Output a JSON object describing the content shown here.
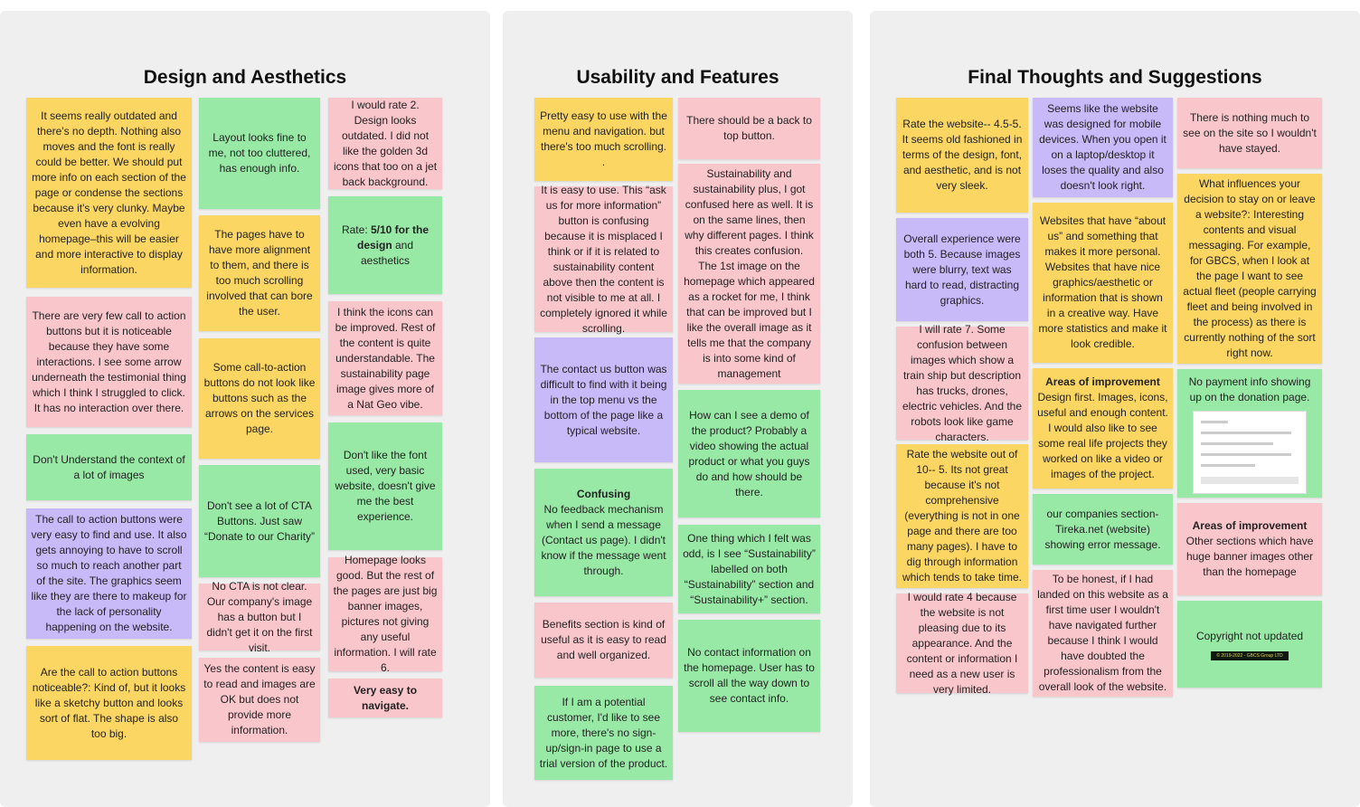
{
  "sections": {
    "design": {
      "title": "Design and Aesthetics",
      "notes": {
        "n1": "It seems really outdated and there's no depth. Nothing also moves and the font is really could be better. We should put more info on each section of the page or condense the sections because it's very clunky. Maybe even have a evolving homepage–this will be easier and more interactive to display information.",
        "n2": "There are very few call to action buttons but it is noticeable because they have some interactions. I see some arrow underneath the testimonial thing which I think I struggled to click. It has no interaction over there.",
        "n3": "Don't Understand the context of a lot of images",
        "n4": "The call to action buttons were very easy to find and use. It also gets annoying to have to scroll so much to reach another part of the site. The graphics seem like they are there to makeup for the lack of personality happening on the website.",
        "n5": "Are the call to action buttons noticeable?: Kind of, but it looks like a sketchy button and looks sort of flat. The shape is also too big.",
        "n6": "Layout looks fine to me, not too cluttered, has enough info.",
        "n7": "The pages have to have more alignment to them, and there is too much scrolling involved that can bore the user.",
        "n8": "Some call-to-action buttons do not look like buttons such as the arrows on the services page.",
        "n9": "Don't see a lot of CTA Buttons. Just saw “Donate to our Charity”",
        "n10": "No CTA is not clear. Our company's image has a button but I didn't get it on the first visit.",
        "n11": "Yes the content is easy to read and images are OK but does not provide more information.",
        "n12": "I would rate 2. Design looks outdated. I did not like the golden 3d icons that too on a jet back background.",
        "n13_prefix": "Rate: ",
        "n13_bold": "5/10 for the design",
        "n13_suffix": " and aesthetics",
        "n14": "I think the icons can be improved. Rest of the content is quite understandable. The sustainability page image gives more of a Nat Geo vibe.",
        "n15": "Don't like the font used, very basic website, doesn't give me the best experience.",
        "n16": "Homepage looks good. But the rest of the pages are just big banner images, pictures not giving any useful information. I will rate 6.",
        "n17": "Very easy to navigate."
      }
    },
    "usability": {
      "title": "Usability and Features",
      "notes": {
        "n1": "Pretty easy to use with the menu and navigation. but there's too much scrolling. .",
        "n2": "It is easy to use. This “ask us for more information” button is confusing because it is misplaced I think or if it is related to sustainability content above then the content is not visible to me at all. I completely ignored it while scrolling.",
        "n3": "The contact us button was difficult to find with it being in the top menu vs the bottom of the page like a typical website.",
        "n4_heading": "Confusing",
        "n4": "No feedback mechanism when I send a message (Contact us page). I didn't know if the message went through.",
        "n5": "Benefits section is kind of useful as it is easy to read and well organized.",
        "n6": "If I am a potential customer, I'd like to see more, there's no sign-up/sign-in page to use a trial version of the product.",
        "n7": "There should be a back to top button.",
        "n8a": "Sustainability and sustainability plus, I got confused here as well. It is on the same lines, then why different pages. I think this creates confusion.",
        "n8b": "The 1st image on the homepage which appeared as a rocket for me, I think that can be improved but I like the overall image as it tells me that the company is into some kind of management",
        "n9": "How can I see a demo of the product? Probably a video showing the actual product or what you guys do and how should be there.",
        "n10": "One thing which I felt was odd, is I see “Sustainability” labelled on both “Sustainability” section and “Sustainability+” section.",
        "n11": "No contact information on the homepage. User has to scroll all the way down to see contact info."
      }
    },
    "final": {
      "title": "Final Thoughts and Suggestions",
      "notes": {
        "n1": "Rate the website-- 4.5-5. It seems old fashioned in terms of the design, font, and aesthetic, and is not very sleek.",
        "n2": "Overall experience were both 5. Because images were blurry, text was hard to read, distracting graphics.",
        "n3": "I will rate 7. Some confusion between images which show a train ship but description has trucks, drones, electric vehicles. And the robots look like game characters.",
        "n4": "Rate the website out of 10-- 5. Its not great because it's not comprehensive (everything is not in one page and there are too many pages). I have to dig through information which tends to take time.",
        "n5": "I would rate 4 because the website is not pleasing due to its appearance. And the content or information I need as a new user is very limited.",
        "n6": "Seems like the website was designed for mobile devices. When you open it on a laptop/desktop it loses the quality and also doesn't look right.",
        "n7": "Websites that have “about us” and something that makes it more personal. Websites that have nice graphics/aesthetic or information that is shown in a creative way. Have more statistics and make it look credible.",
        "n8_heading": "Areas of improvement",
        "n8": "Design first. Images, icons, useful and enough content. I would also like to see some real life projects they worked on like a video or images of the project.",
        "n9": "our companies section- Tireka.net (website) showing error message.",
        "n10": "To be honest, if I had landed on this website as a first time user I wouldn't have navigated further because I think I would have doubted the professionalism from the overall look of the website.",
        "n11": "There is nothing much to see on the site so I wouldn't have stayed.",
        "n12": "What influences your decision to stay on or leave a website?: Interesting contents and visual messaging. For example, for GBCS, when I look at the page I want to see actual fleet (people carrying fleet and being involved in the process) as there is currently nothing of the sort right now.",
        "n13": "No payment info showing up on the donation page.",
        "n14_heading": "Areas of improvement",
        "n14": "Other sections which have huge banner images other than the homepage",
        "n15": "Copyright not updated",
        "n15_badge": "© 2019-2022 - GBCS Group LTD"
      }
    }
  },
  "colors": {
    "yellow": "#fcd663",
    "green": "#98e9a6",
    "pink": "#f9c6cc",
    "violet": "#c8b9f9",
    "panel": "#efefef"
  }
}
